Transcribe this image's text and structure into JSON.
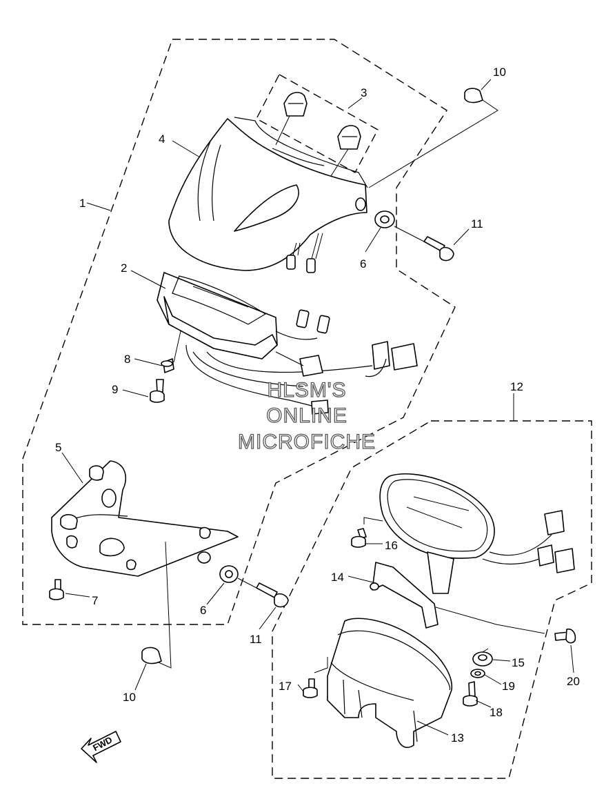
{
  "callouts": [
    "1",
    "2",
    "3",
    "4",
    "5",
    "6",
    "6",
    "7",
    "8",
    "9",
    "10",
    "10",
    "11",
    "11",
    "12",
    "13",
    "14",
    "15",
    "16",
    "17",
    "18",
    "19",
    "20"
  ],
  "watermark": [
    "HLSM'S",
    "ONLINE",
    "MICROFICHE"
  ],
  "fwd_label": "FWD"
}
